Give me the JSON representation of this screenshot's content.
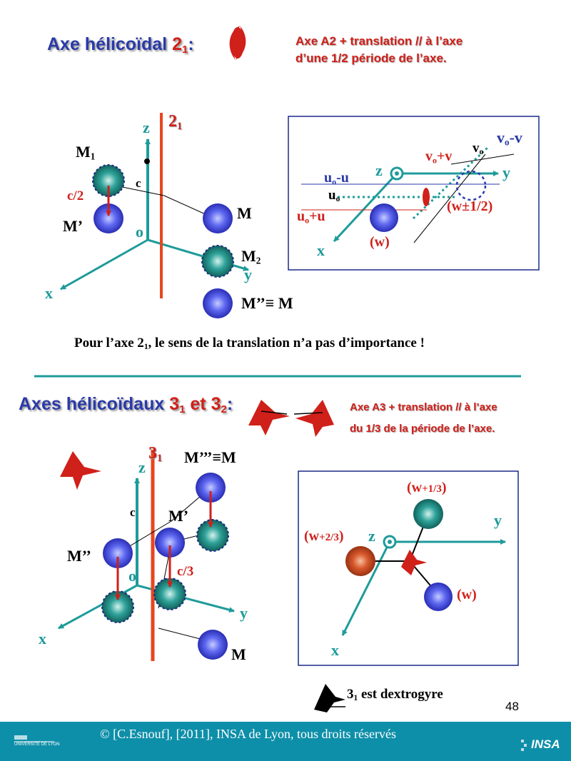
{
  "section1": {
    "title": "Axe hélicoïdal ",
    "title_symbol": "2",
    "title_sub": "1",
    "title_colon": ":",
    "desc_line1": "Axe A2 + translation // à l’axe",
    "desc_line2": "d’une 1/2 période de l’axe.",
    "axis_label": "2",
    "axis_label_sub": "1",
    "labels": {
      "z": "z",
      "y": "y",
      "x": "x",
      "o": "o",
      "c": "c",
      "m1": "M",
      "m1_sub": "1",
      "c2": "c/2",
      "mprime": "M’",
      "m": "M",
      "m2": "M",
      "m2_sub": "2",
      "mdouble": "M’’≡ M"
    },
    "note_part1": "Pour l’axe 2",
    "note_sub": "1",
    "note_part2": ", le sens de la translation n’a pas d’importance !"
  },
  "section1_projection": {
    "vo_minus_v": "v",
    "vo_minus_v_sub": "o",
    "vo_minus_v_tail": "-v",
    "vo": "v",
    "vo_sub": "o",
    "vo_plus_v": "v",
    "vo_plus_v_sub": "o",
    "vo_plus_v_tail": "+v",
    "z": "z",
    "y": "y",
    "x": "x",
    "uo_minus_u": "u",
    "uo_minus_u_sub": "o",
    "uo_minus_u_tail": "-u",
    "uo": "u",
    "uo_sub": "o",
    "uo_plus_u": "u",
    "uo_plus_u_sub": "o",
    "uo_plus_u_tail": "+u",
    "w_half": "(w±1/2)",
    "w": "(w)"
  },
  "section2": {
    "title": "Axes hélicoïdaux ",
    "title_a": "3",
    "title_a_sub": "1",
    "title_mid": " et ",
    "title_b": "3",
    "title_b_sub": "2",
    "title_colon": ":",
    "desc_line1": "Axe A3 + translation // à l’axe",
    "desc_line2": "du 1/3 de la période de l’axe.",
    "axis_label": "3",
    "axis_label_sub": "1",
    "labels": {
      "z": "z",
      "y": "y",
      "x": "x",
      "o": "o",
      "c": "c",
      "mtriple": "M’’’≡M",
      "mprime": "M’",
      "mdouble": "M’’",
      "c3": "c/3",
      "m": "M"
    },
    "dextro_a": "3",
    "dextro_sub": "1",
    "dextro_b": " est dextrogyre"
  },
  "section2_projection": {
    "w13": "(w",
    "w13_frac": "+1/3",
    "w13_close": ")",
    "w23": "(w",
    "w23_frac": "+2/3",
    "w23_close": ")",
    "z": "z",
    "y": "y",
    "x": "x",
    "w": "(w)"
  },
  "page_number": "48",
  "footer": {
    "copyright": "© [C.Esnouf], [2011], INSA de Lyon, tous droits réservés",
    "left_logo_text": "UNIVERSITÉ DE LYON",
    "right_logo_text": "INSA"
  },
  "colors": {
    "title_blue": "#2a3aa8",
    "accent_red": "#d0201a",
    "axis_teal": "#1e9b9a",
    "axis_orange": "#e8461e",
    "footer_bg": "#0e8fa9"
  }
}
